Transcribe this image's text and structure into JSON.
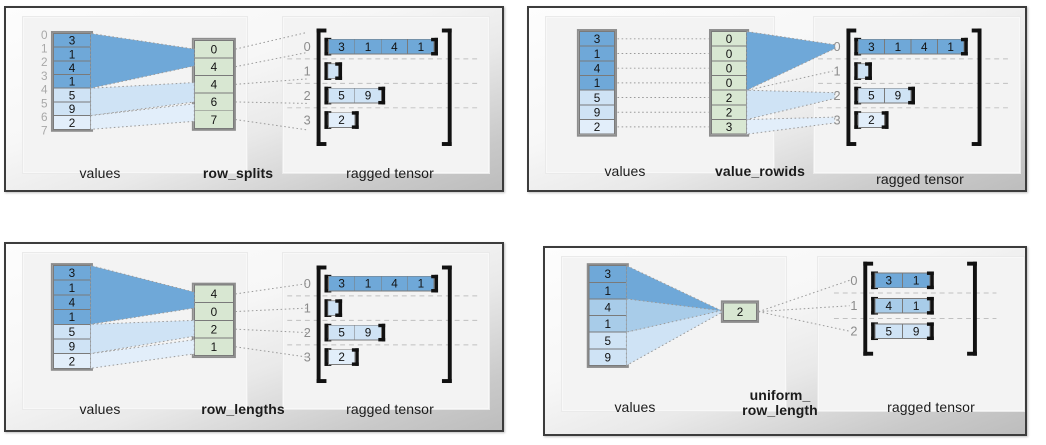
{
  "figure": {
    "title_visible": false,
    "colors": {
      "value_dark_blue": "#6fa8d8",
      "value_mid_blue": "#a8cce9",
      "value_light_blue": "#cfe3f5",
      "value_lightest_blue": "#e2eefa",
      "rowinfo_green": "#d8e7d2",
      "cell_border": "#7a7a7a",
      "bracket_black": "#111111",
      "panel_border": "#3c3c3c",
      "index_label_gray": "#a8a8a8",
      "row_label_gray": "#8c8c8c",
      "dotted_gray": "#9a9a9a",
      "dashed_row_sep": "#c0c0c0"
    },
    "panels": [
      {
        "id": "row-splits",
        "values_label": "values",
        "encoding_label": "row_splits",
        "tensor_label": "ragged tensor",
        "show_value_index_axis": true,
        "value_index_labels": [
          "0",
          "1",
          "2",
          "3",
          "4",
          "5",
          "6",
          "7"
        ],
        "values": [
          "3",
          "1",
          "4",
          "1",
          "5",
          "9",
          "2"
        ],
        "value_shades": [
          "dark",
          "dark",
          "dark",
          "dark",
          "light",
          "light",
          "lightest"
        ],
        "encoding_values": [
          "0",
          "4",
          "4",
          "6",
          "7"
        ],
        "tensor_row_labels": [
          "0",
          "1",
          "2",
          "3"
        ],
        "tensor_rows": [
          {
            "cells": [
              "3",
              "1",
              "4",
              "1"
            ],
            "shade": "dark",
            "empty": false
          },
          {
            "cells": [],
            "shade": "light",
            "empty": true
          },
          {
            "cells": [
              "5",
              "9"
            ],
            "shade": "light",
            "empty": false
          },
          {
            "cells": [
              "2"
            ],
            "shade": "lightest",
            "empty": false
          }
        ]
      },
      {
        "id": "value-rowids",
        "values_label": "values",
        "encoding_label": "value_rowids",
        "tensor_label": "ragged tensor",
        "show_value_index_axis": false,
        "value_index_labels": [],
        "values": [
          "3",
          "1",
          "4",
          "1",
          "5",
          "9",
          "2"
        ],
        "value_shades": [
          "dark",
          "dark",
          "dark",
          "dark",
          "light",
          "light",
          "lightest"
        ],
        "encoding_values": [
          "0",
          "0",
          "0",
          "0",
          "2",
          "2",
          "3"
        ],
        "tensor_row_labels": [
          "0",
          "1",
          "2",
          "3"
        ],
        "tensor_rows": [
          {
            "cells": [
              "3",
              "1",
              "4",
              "1"
            ],
            "shade": "dark",
            "empty": false
          },
          {
            "cells": [],
            "shade": "light",
            "empty": true
          },
          {
            "cells": [
              "5",
              "9"
            ],
            "shade": "light",
            "empty": false
          },
          {
            "cells": [
              "2"
            ],
            "shade": "lightest",
            "empty": false
          }
        ]
      },
      {
        "id": "row-lengths",
        "values_label": "values",
        "encoding_label": "row_lengths",
        "tensor_label": "ragged tensor",
        "show_value_index_axis": false,
        "value_index_labels": [],
        "values": [
          "3",
          "1",
          "4",
          "1",
          "5",
          "9",
          "2"
        ],
        "value_shades": [
          "dark",
          "dark",
          "dark",
          "dark",
          "light",
          "light",
          "lightest"
        ],
        "encoding_values": [
          "4",
          "0",
          "2",
          "1"
        ],
        "tensor_row_labels": [
          "0",
          "1",
          "2",
          "3"
        ],
        "tensor_rows": [
          {
            "cells": [
              "3",
              "1",
              "4",
              "1"
            ],
            "shade": "dark",
            "empty": false
          },
          {
            "cells": [],
            "shade": "light",
            "empty": true
          },
          {
            "cells": [
              "5",
              "9"
            ],
            "shade": "light",
            "empty": false
          },
          {
            "cells": [
              "2"
            ],
            "shade": "lightest",
            "empty": false
          }
        ]
      },
      {
        "id": "uniform-row-length",
        "values_label": "values",
        "encoding_label": "uniform_\nrow_length",
        "tensor_label": "ragged tensor",
        "show_value_index_axis": false,
        "value_index_labels": [],
        "values": [
          "3",
          "1",
          "4",
          "1",
          "5",
          "9"
        ],
        "value_shades": [
          "dark",
          "dark",
          "mid",
          "mid",
          "light",
          "light"
        ],
        "encoding_values": [
          "2"
        ],
        "tensor_row_labels": [
          "0",
          "1",
          "2"
        ],
        "tensor_rows": [
          {
            "cells": [
              "3",
              "1"
            ],
            "shade": "dark",
            "empty": false
          },
          {
            "cells": [
              "4",
              "1"
            ],
            "shade": "mid",
            "empty": false
          },
          {
            "cells": [
              "5",
              "9"
            ],
            "shade": "light",
            "empty": false
          }
        ]
      }
    ]
  }
}
